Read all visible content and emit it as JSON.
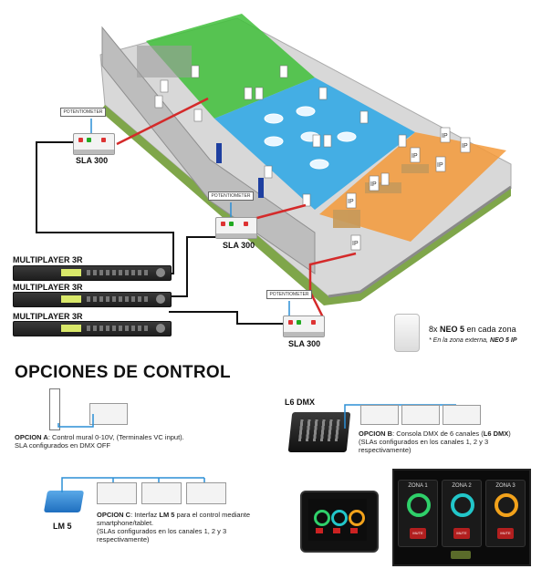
{
  "devices": {
    "sla_label": "SLA 300",
    "potentiometer_label": "POTENTIOMETER",
    "multiplayer_label": "MULTIPLAYER 3R",
    "ip_label": "IP"
  },
  "speakers": {
    "title_prefix": "8x ",
    "title_bold": "NEO 5",
    "title_suffix": " en cada zona",
    "note_prefix": "* En la zona externa, ",
    "note_bold": "NEO 5 IP"
  },
  "section": {
    "heading": "OPCIONES DE CONTROL"
  },
  "option_a": {
    "prefix": "OPCION A",
    "text": ": Control mural 0-10V, (Terminales VC input).",
    "line2": "SLA configurados en DMX OFF"
  },
  "option_b": {
    "device": "L6 DMX",
    "prefix": "OPCION B",
    "text": ": Consola DMX de 6 canales (",
    "bold2": "L6 DMX",
    "text2": ")",
    "line2": "(SLAs configurados en los canales 1, 2 y 3",
    "line3": "respectivamente)"
  },
  "option_c": {
    "device": "LM 5",
    "prefix": "OPCION C",
    "text": ": Interfaz ",
    "bold2": "LM 5",
    "text2": " para el control mediante",
    "line2": "smartphone/tablet.",
    "line3": "(SLAs configurados en los canales 1, 2 y 3",
    "line4": "respectivamente)"
  },
  "app_screen": {
    "zones": [
      "ZONA 1",
      "ZONA 2",
      "ZONA 3"
    ],
    "ring_colors": [
      "#2fd06a",
      "#22c6c9",
      "#f2a21b"
    ],
    "mute_label": "MUTE"
  },
  "colors": {
    "zone_green": "#3fbf3a",
    "zone_blue": "#2aa7e6",
    "zone_orange": "#f59a3a",
    "cable_red": "#d42a2a",
    "cable_black": "#111111",
    "cable_blue": "#2b8fd6"
  }
}
